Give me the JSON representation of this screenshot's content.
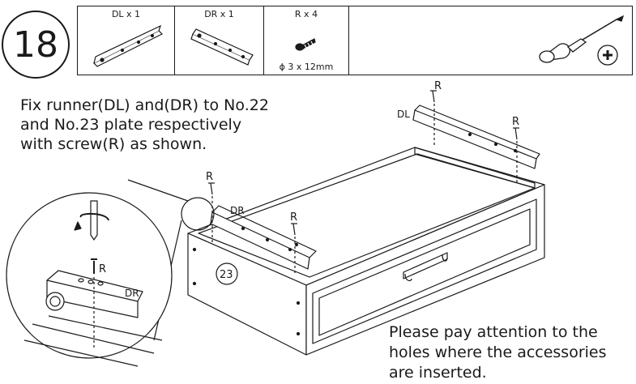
{
  "step_number": "18",
  "parts": [
    {
      "label": "DL x 1",
      "icon": "runner-dl-icon"
    },
    {
      "label": "DR x 1",
      "icon": "runner-dr-icon"
    },
    {
      "label": "R x 4",
      "sub": "ϕ 3 x 12mm",
      "icon": "screw-icon"
    }
  ],
  "tool": {
    "icon": "phillips-screwdriver-icon"
  },
  "instruction": {
    "line1": "Fix runner(DL) and(DR) to No.22",
    "line2": "and No.23 plate respectively",
    "line3": "with screw(R) as shown."
  },
  "note": {
    "line1": "Please pay attention to the",
    "line2": "holes where the accessories",
    "line3": "are inserted."
  },
  "callouts": {
    "r": "R",
    "dl": "DL",
    "dr": "DR",
    "panel": "23"
  }
}
